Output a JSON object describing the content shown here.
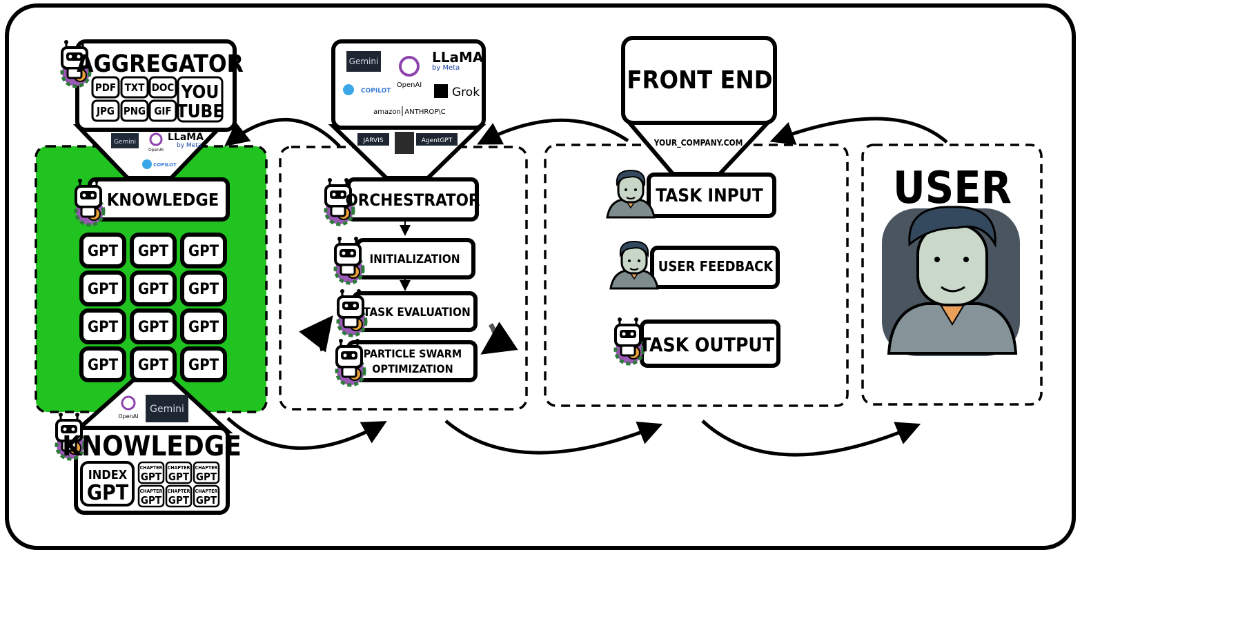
{
  "aggregator": {
    "title": "AGGREGATOR",
    "formats": [
      "PDF",
      "TXT",
      "DOC",
      "JPG",
      "PNG",
      "GIF"
    ],
    "youtube": [
      "YOU",
      "TUBE"
    ],
    "logos": [
      "Gemini",
      "LLaMA",
      "by Meta",
      "OpenAI",
      "COPILOT"
    ]
  },
  "knowledge_panel": {
    "header": "KNOWLEDGE",
    "gpt_cells": [
      "GPT",
      "GPT",
      "GPT",
      "GPT",
      "GPT",
      "GPT",
      "GPT",
      "GPT",
      "GPT",
      "GPT",
      "GPT",
      "GPT"
    ],
    "accent": "#20c320"
  },
  "knowledge_index": {
    "title": "KNOWLEDGE",
    "logos": [
      "OpenAI",
      "Gemini"
    ],
    "index": [
      "INDEX",
      "GPT"
    ],
    "chapter_small": "CHAPTER",
    "chapter_big": "GPT"
  },
  "orchestrator": {
    "logos_top": [
      "Gemini",
      "LLaMA",
      "by Meta",
      "OpenAI",
      "COPILOT",
      "Grok",
      "amazon",
      "ANTHROP\\C"
    ],
    "logos_bottom": [
      "JARVIS",
      "AgentGPT"
    ],
    "title": "ORCHESTRATOR",
    "steps": [
      "INITIALIZATION",
      "TASK EVALUATION"
    ],
    "pso": [
      "PARTICLE SWARM",
      "OPTIMIZATION"
    ]
  },
  "front_end": {
    "title": "FRONT END",
    "url": "YOUR_COMPANY.COM",
    "task_input": "TASK INPUT",
    "user_feedback": "USER FEEDBACK",
    "task_output": "TASK OUTPUT"
  },
  "user": {
    "title": "USER"
  }
}
